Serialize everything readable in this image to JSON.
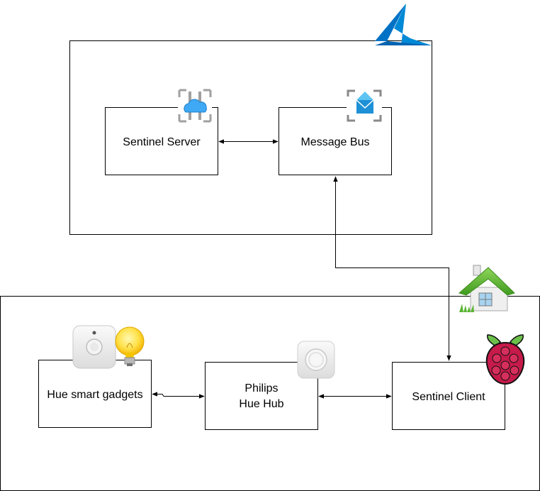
{
  "diagram": {
    "nodes": {
      "sentinel_server": "Sentinel Server",
      "message_bus": "Message Bus",
      "hue_gadgets": "Hue smart gadgets",
      "hue_hub_line1": "Philips",
      "hue_hub_line2": "Hue Hub",
      "sentinel_client": "Sentinel Client"
    },
    "icons": {
      "azure": "azure-logo-icon",
      "server": "cloud-service-icon",
      "bus": "service-bus-queue-icon",
      "home": "house-icon",
      "motion_sensor": "motion-sensor-icon",
      "bulb": "light-bulb-icon",
      "hub": "hue-bridge-icon",
      "pi": "raspberry-pi-icon"
    },
    "colors": {
      "azure_blue": "#0072C6",
      "line": "#000000",
      "roof_green": "#5BB534",
      "raspberry_red": "#C51A4A"
    }
  }
}
